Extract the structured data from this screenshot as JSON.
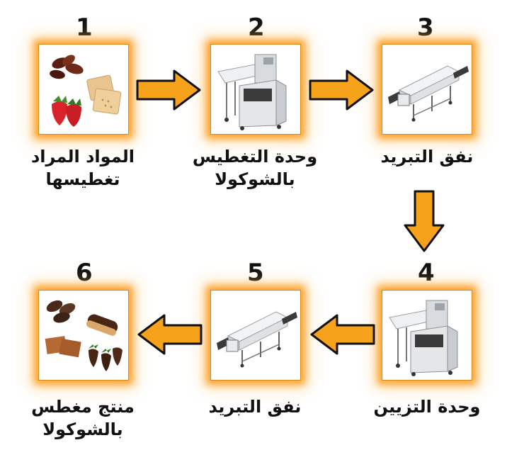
{
  "colors": {
    "arrow_fill": "#f7a21b",
    "arrow_stroke": "#111111",
    "glow": "#ff9a1a"
  },
  "steps": [
    {
      "number": "1",
      "caption_line1": "المواد المراد",
      "caption_line2": "تغطيسها",
      "image": "dates-biscuits-strawberries-image"
    },
    {
      "number": "2",
      "caption_line1": "وحدة التغطيس",
      "caption_line2": "بالشوكولا",
      "image": "enrobing-machine-image"
    },
    {
      "number": "3",
      "caption_line1": "نفق التبريد",
      "caption_line2": "",
      "image": "cooling-tunnel-image"
    },
    {
      "number": "4",
      "caption_line1": "وحدة التزيين",
      "caption_line2": "",
      "image": "decorating-machine-image"
    },
    {
      "number": "5",
      "caption_line1": "نفق التبريد",
      "caption_line2": "",
      "image": "cooling-tunnel-image"
    },
    {
      "number": "6",
      "caption_line1": "منتج مغطس",
      "caption_line2": "بالشوكولا",
      "image": "chocolate-coated-products-image"
    }
  ],
  "arrows": [
    {
      "from": "1",
      "to": "2",
      "direction": "right"
    },
    {
      "from": "2",
      "to": "3",
      "direction": "right"
    },
    {
      "from": "3",
      "to": "4",
      "direction": "down"
    },
    {
      "from": "4",
      "to": "5",
      "direction": "left"
    },
    {
      "from": "5",
      "to": "6",
      "direction": "left"
    }
  ]
}
